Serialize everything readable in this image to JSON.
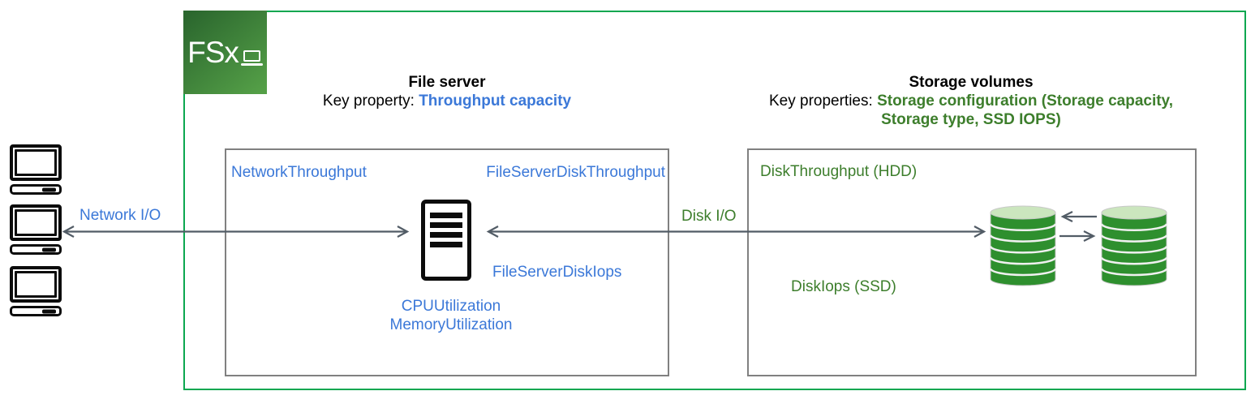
{
  "logo": {
    "label": "FSx",
    "icon": "laptop-icon"
  },
  "clients": {
    "icon": "desktop-computer-icon",
    "count": 3
  },
  "file_server": {
    "title": "File server",
    "key_property_prefix": "Key property: ",
    "key_property_value": "Throughput capacity",
    "metrics": {
      "network_throughput": "NetworkThroughput",
      "file_server_disk_throughput": "FileServerDiskThroughput",
      "file_server_disk_iops": "FileServerDiskIops",
      "cpu_utilization": "CPUUtilization",
      "memory_utilization": "MemoryUtilization"
    },
    "icon": "server-icon"
  },
  "storage_volumes": {
    "title": "Storage volumes",
    "key_property_prefix": "Key properties: ",
    "key_property_value": "Storage configuration (Storage capacity, Storage type, SSD IOPS)",
    "metrics": {
      "disk_throughput": "DiskThroughput (HDD)",
      "disk_iops": "DiskIops (SSD)"
    },
    "icon": "disk-stack-icon",
    "disk_stack_count": 2
  },
  "arrows": {
    "network_io_label": "Network I/O",
    "disk_io_label": "Disk I/O"
  },
  "colors": {
    "accent_blue": "#3B78D8",
    "accent_green": "#3D7E2C",
    "boundary_green": "#0CA750",
    "box_border_gray": "#808080",
    "arrow_gray": "#525C66",
    "disk_body_green": "#2E8F2E",
    "disk_top_green": "#CBE6BE",
    "fsx_tile_gradient": "#2B672E → #549F47"
  }
}
